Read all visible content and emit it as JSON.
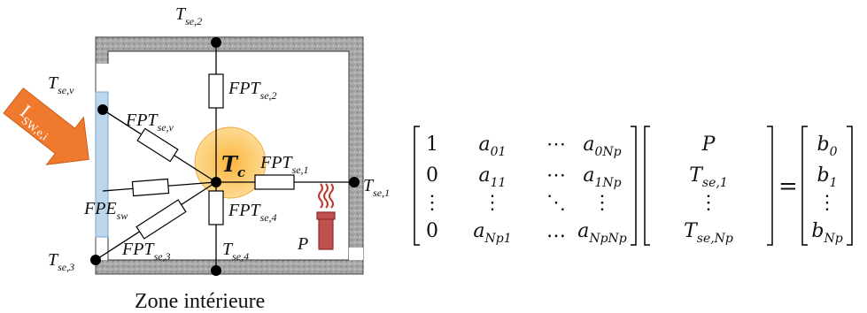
{
  "diagram": {
    "caption": "Zone intérieure",
    "center_node": {
      "base": "T",
      "sub": "c"
    },
    "nodes": {
      "top": {
        "base": "T",
        "sub": "se,2"
      },
      "right": {
        "base": "T",
        "sub": "se,1"
      },
      "bottom": {
        "base": "T",
        "sub": "se,4"
      },
      "window": {
        "base": "T",
        "sub": "se,v"
      },
      "corner": {
        "base": "T",
        "sub": "se,3"
      }
    },
    "resistors": {
      "r2": {
        "base": "FPT",
        "sub": "se,2"
      },
      "r1": {
        "base": "FPT",
        "sub": "se,1"
      },
      "r4": {
        "base": "FPT",
        "sub": "se,4"
      },
      "rv": {
        "base": "FPT",
        "sub": "se,v"
      },
      "r3": {
        "base": "FPT",
        "sub": "se,3"
      },
      "rsw": {
        "base": "FPE",
        "sub": "sw"
      }
    },
    "solar_arrow": {
      "base": "I",
      "sub": "SW,e,i"
    },
    "heat_source": "P",
    "colors": {
      "wall": "#a8a8a8",
      "window": "#bcd6ec",
      "center_disc": "#fdc55b",
      "arrow": "#ef7a2e",
      "heater": "#c0504d",
      "heat_waves": "#c0392b"
    }
  },
  "equation": {
    "matrix_a": [
      [
        {
          "b": "1"
        },
        {
          "b": "a",
          "s": "01"
        },
        {
          "b": "⋯"
        },
        {
          "b": "a",
          "s": "0Np"
        }
      ],
      [
        {
          "b": "0"
        },
        {
          "b": "a",
          "s": "11"
        },
        {
          "b": "⋯"
        },
        {
          "b": "a",
          "s": "1Np"
        }
      ],
      [
        {
          "b": "⋮"
        },
        {
          "b": "⋮"
        },
        {
          "b": "⋱"
        },
        {
          "b": "⋮"
        }
      ],
      [
        {
          "b": "0"
        },
        {
          "b": "a",
          "s": "Np1"
        },
        {
          "b": "…"
        },
        {
          "b": "a",
          "s": "NpNp"
        }
      ]
    ],
    "vector_x": [
      {
        "b": "P"
      },
      {
        "b": "T",
        "s": "se,1"
      },
      {
        "b": "⋮"
      },
      {
        "b": "T",
        "s": "se,Np"
      }
    ],
    "equals": "=",
    "vector_b": [
      {
        "b": "b",
        "s": "0"
      },
      {
        "b": "b",
        "s": "1"
      },
      {
        "b": "⋮"
      },
      {
        "b": "b",
        "s": "Np"
      }
    ]
  }
}
